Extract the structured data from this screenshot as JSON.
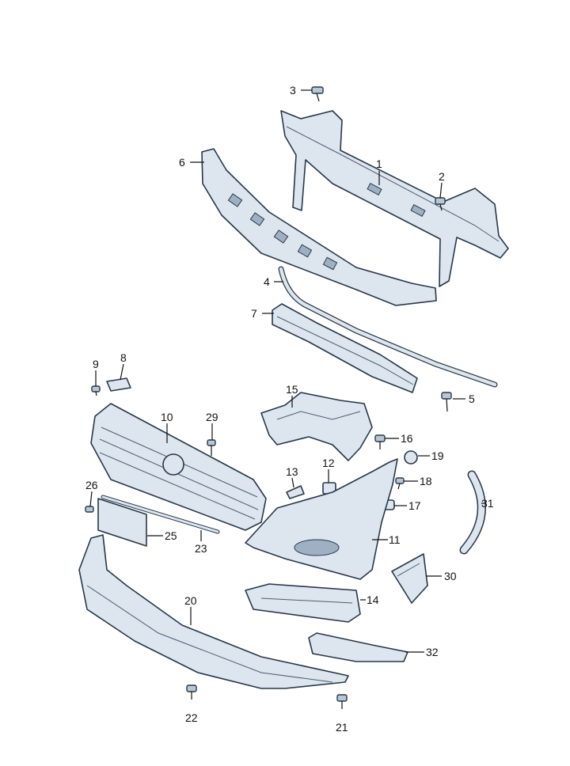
{
  "diagram": {
    "title": "Front bumper exploded parts diagram",
    "callouts": [
      "1",
      "2",
      "3",
      "4",
      "5",
      "6",
      "7",
      "8",
      "9",
      "10",
      "11",
      "12",
      "13",
      "14",
      "15",
      "16",
      "17",
      "18",
      "19",
      "20",
      "21",
      "22",
      "23",
      "25",
      "26",
      "29",
      "30",
      "31",
      "32"
    ],
    "colors": {
      "part_fill": "#dde5ee",
      "outline": "#26384a",
      "text": "#111111"
    }
  }
}
